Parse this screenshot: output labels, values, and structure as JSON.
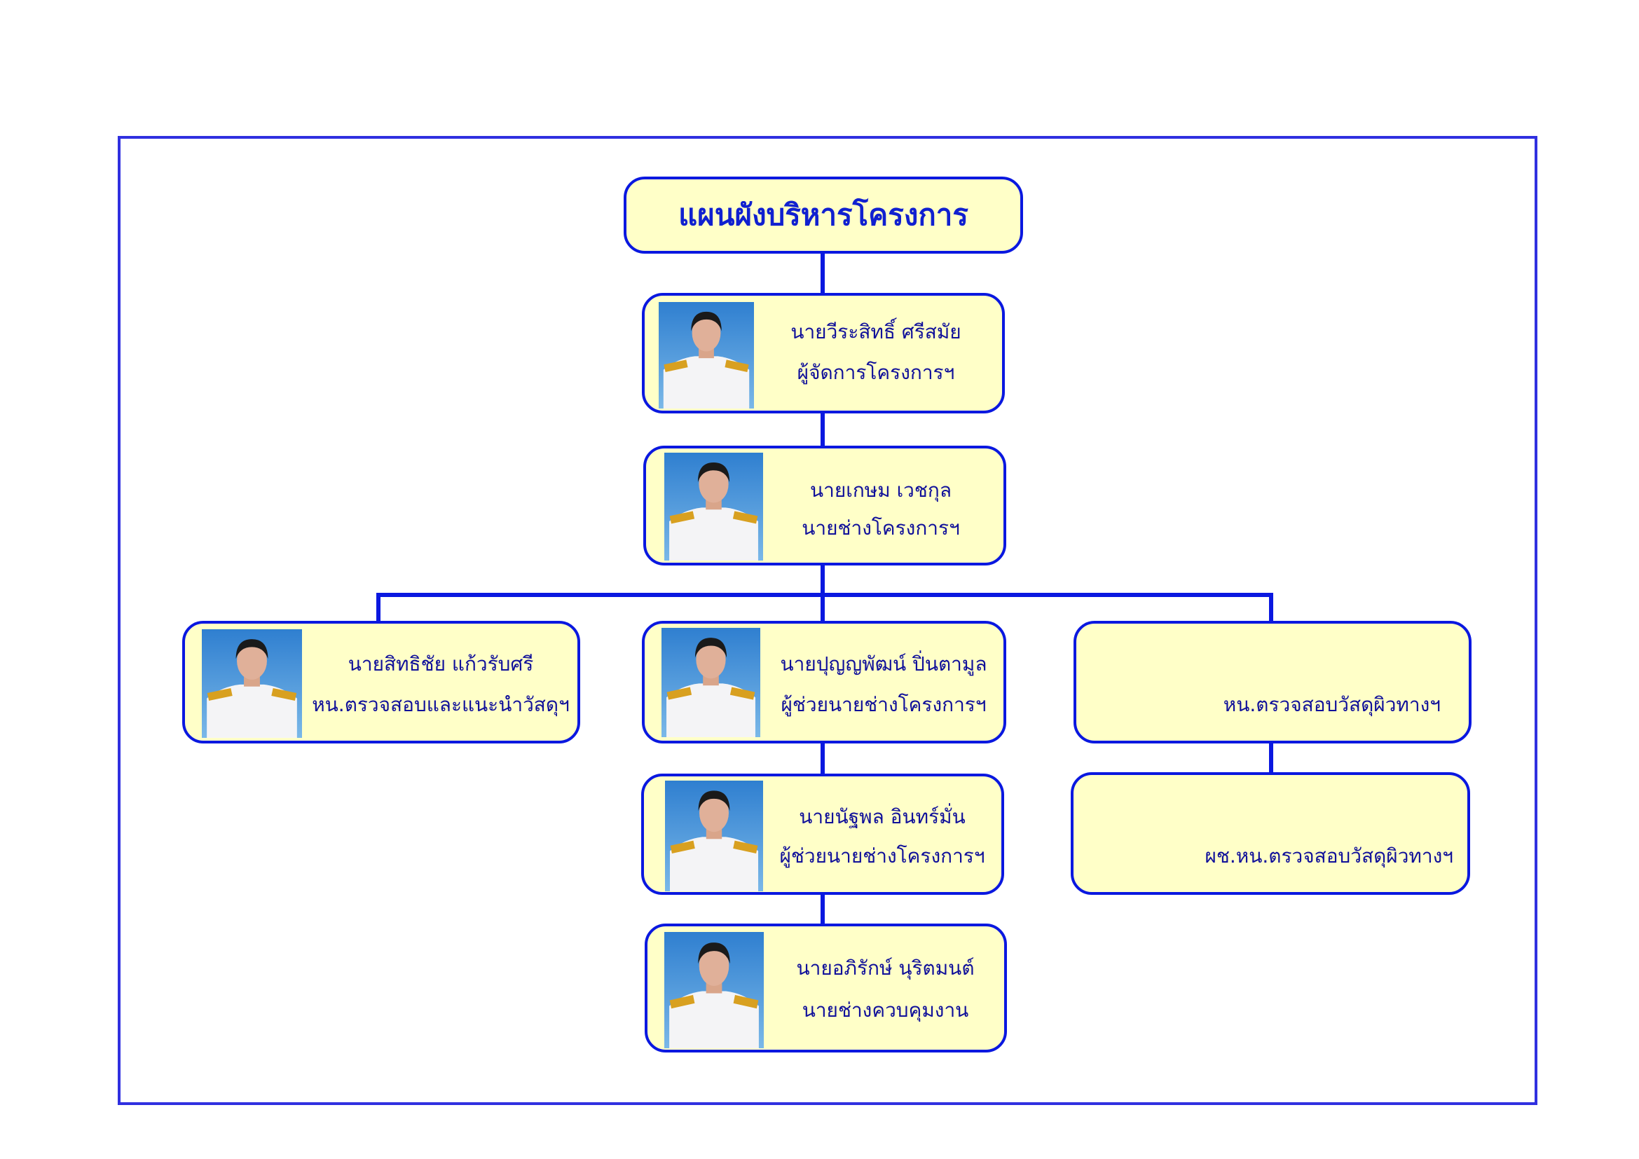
{
  "title": "แผนผังบริหารโครงการ",
  "members": [
    {
      "name": "นายวีระสิทธิ์  ศรีสมัย",
      "role": "ผู้จัดการโครงการฯ"
    },
    {
      "name": "นายเกษม  เวชกุล",
      "role": "นายช่างโครงการฯ"
    },
    {
      "name": "นายสิทธิชัย แก้วรับศรี",
      "role": "หน.ตรวจสอบและแนะนำวัสดุฯ"
    },
    {
      "name": "นายปุญญพัฒน์  ปิ่นตามูล",
      "role": "ผู้ช่วยนายช่างโครงการฯ"
    },
    {
      "name": "",
      "role": "หน.ตรวจสอบวัสดุผิวทางฯ"
    },
    {
      "name": "นายนัฐพล  อินทร์มั่น",
      "role": "ผู้ช่วยนายช่างโครงการฯ"
    },
    {
      "name": "",
      "role": "ผช.หน.ตรวจสอบวัสดุผิวทางฯ"
    },
    {
      "name": "นายอภิรักษ์  นุริตมนต์",
      "role": "นายช่างควบคุมงาน"
    }
  ],
  "colors": {
    "border": "#0a18e0",
    "box_fill": "#ffffc8",
    "text": "#10109a"
  }
}
